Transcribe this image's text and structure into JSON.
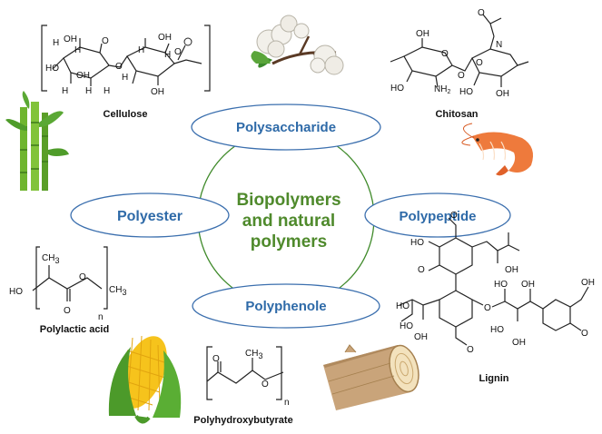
{
  "center": {
    "line1": "Biopolymers",
    "line2": "and natural",
    "line3": "polymers"
  },
  "categories": {
    "polysaccharide": "Polysaccharide",
    "polyester": "Polyester",
    "polypeptide": "Polypeptide",
    "polyphenole": "Polyphenole"
  },
  "examples": {
    "cellulose": "Cellulose",
    "chitosan": "Chitosan",
    "polylactic_acid": "Polylactic acid",
    "polyhydroxybutyrate": "Polyhydroxybutyrate",
    "lignin": "Lignin"
  },
  "chem": {
    "oh": "OH",
    "h": "H",
    "o": "O",
    "nh2": "NH",
    "sub2": "2",
    "n_label": "N",
    "ch3": "CH",
    "sub3": "3",
    "ho": "HO",
    "n": "n"
  },
  "colors": {
    "ellipse_stroke": "#3b6fae",
    "center_stroke": "#3f8a2a",
    "category_text": "#2e6aa8",
    "center_text": "#4f8a2c"
  },
  "icons": [
    "cotton-icon",
    "bamboo-icon",
    "shrimp-icon",
    "corn-icon",
    "wood-log-icon"
  ]
}
